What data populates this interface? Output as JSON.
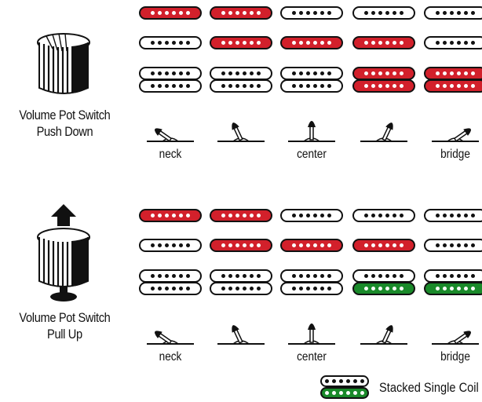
{
  "colors": {
    "red": "#d2202b",
    "green": "#1a8a2a",
    "ink": "#111111"
  },
  "sections": [
    {
      "id": "push",
      "caption_line1": "Volume Pot Switch",
      "caption_line2": "Push Down",
      "knob_icon": "knob-push-down-icon",
      "rows": [
        [
          "red",
          "red",
          "off",
          "off",
          "off"
        ],
        [
          "off",
          "red",
          "red",
          "red",
          "off"
        ],
        [
          "hb-off",
          "hb-off",
          "hb-off",
          "hb-red",
          "hb-red"
        ]
      ],
      "positions": [
        "neck",
        "center",
        "bridge"
      ]
    },
    {
      "id": "pull",
      "caption_line1": "Volume Pot Switch",
      "caption_line2": "Pull Up",
      "knob_icon": "knob-pull-up-icon",
      "rows": [
        [
          "red",
          "red",
          "off",
          "off",
          "off"
        ],
        [
          "off",
          "red",
          "red",
          "red",
          "off"
        ],
        [
          "hb-off",
          "hb-off",
          "hb-off",
          "hb-green",
          "hb-green"
        ]
      ],
      "positions": [
        "neck",
        "center",
        "bridge"
      ]
    }
  ],
  "legend": {
    "label": "Stacked Single Coil"
  }
}
